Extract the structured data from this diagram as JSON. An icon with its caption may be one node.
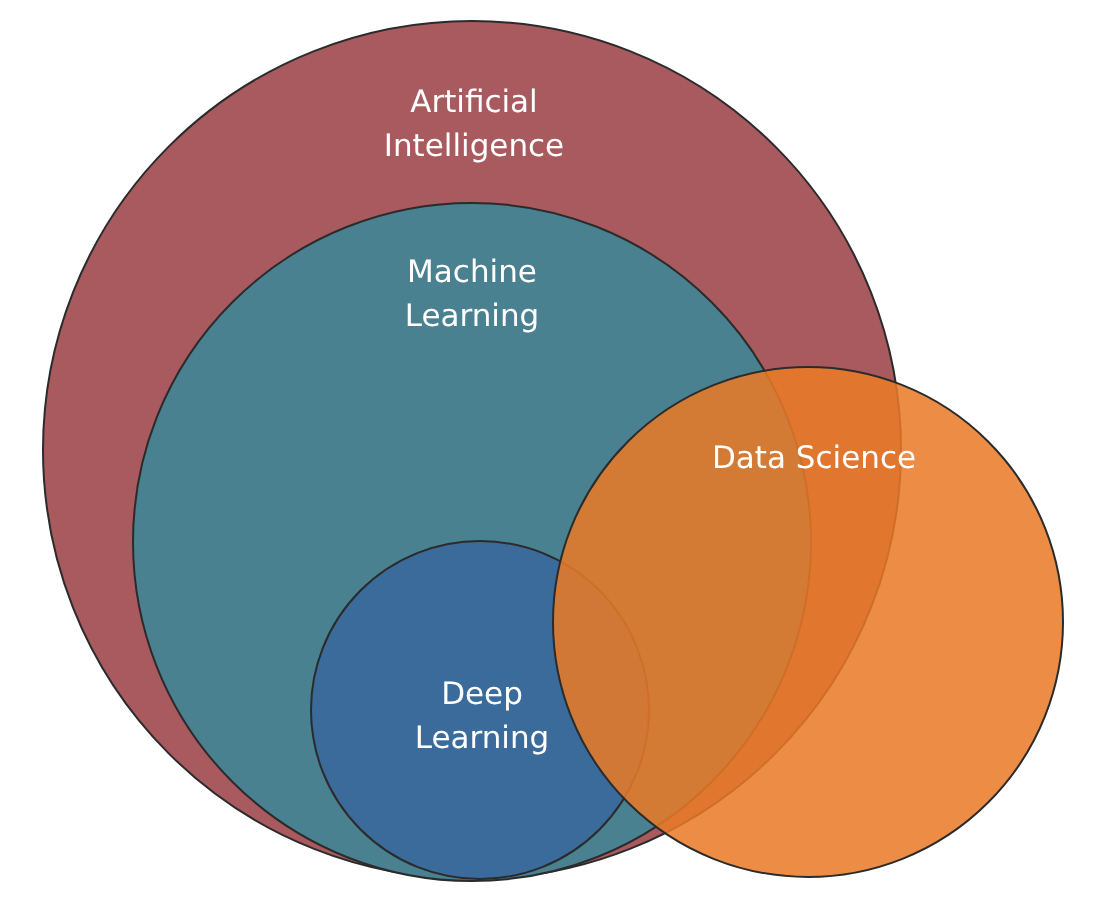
{
  "diagram": {
    "nodes": [
      {
        "text": [
          "Artificial Intelligence"
        ]
      },
      {
        "text": [
          "Machine Learning"
        ],
        "in": 0
      },
      {
        "text": [
          "Deep Learning"
        ],
        "in": 1
      },
      {
        "text": [
          "Data Science"
        ]
      }
    ]
  }
}
